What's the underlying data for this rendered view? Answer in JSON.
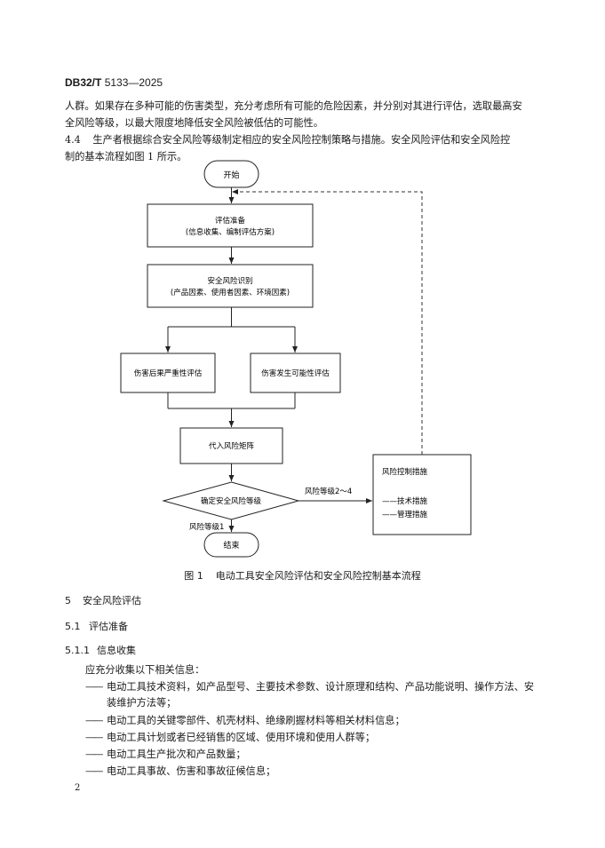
{
  "header": {
    "std_bold": "DB32/T",
    "std_number": "5133—2025"
  },
  "intro": {
    "line1": "人群。如果存在多种可能的伤害类型，充分考虑所有可能的危险因素，并分别对其进行评估，选取最高安",
    "line2": "全风险等级，以最大限度地降低安全风险被低估的可能性。",
    "clause_num": "4.4",
    "clause_line1": "生产者根据综合安全风险等级制定相应的安全风险控制策略与措施。安全风险评估和安全风险控",
    "clause_line2": "制的基本流程如图 1 所示。"
  },
  "flowchart": {
    "start": "开始",
    "prep_title": "评估准备",
    "prep_sub": "(信息收集、编制评估方案)",
    "ident_title": "安全风险识别",
    "ident_sub": "(产品因素、使用者因素、环境因素)",
    "severity": "伤害后果严重性评估",
    "probability": "伤害发生可能性评估",
    "matrix": "代入风险矩阵",
    "decision": "确定安全风险等级",
    "level_high": "风险等级2～4",
    "level_low": "风险等级1",
    "end": "结束",
    "control_title": "风险控制措施",
    "control_item1": "——技术措施",
    "control_item2": "——管理措施"
  },
  "figure_caption": {
    "label": "图 1",
    "title": "电动工具安全风险评估和安全风险控制基本流程"
  },
  "section5": {
    "num": "5",
    "title": "安全风险评估"
  },
  "section51": {
    "num": "5.1",
    "title": "评估准备"
  },
  "section511": {
    "num": "5.1.1",
    "title": "信息收集"
  },
  "list": {
    "lead": "应充分收集以下相关信息：",
    "item1_a": "电动工具技术资料，如产品型号、主要技术参数、设计原理和结构、产品功能说明、操作方法、安",
    "item1_b": "装维护方法等；",
    "item2": "电动工具的关键零部件、机壳材料、绝缘刷握材料等相关材料信息；",
    "item3": "电动工具计划或者已经销售的区域、使用环境和使用人群等；",
    "item4": "电动工具生产批次和产品数量；",
    "item5": "电动工具事故、伤害和事故征候信息；",
    "dash": "——"
  },
  "page_number": "2"
}
